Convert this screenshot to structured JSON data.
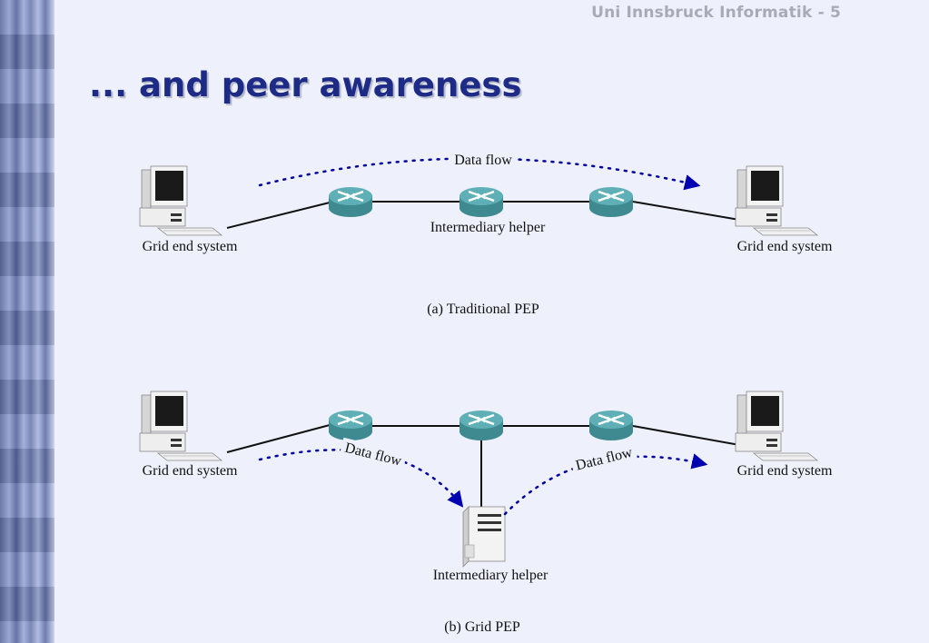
{
  "slide": {
    "header": "Uni Innsbruck Informatik - 5",
    "title": "... and peer awareness"
  },
  "diagram_a": {
    "caption": "(a) Traditional PEP",
    "left_label": "Grid end system",
    "right_label": "Grid end system",
    "helper_label": "Intermediary helper",
    "flow_label": "Data flow"
  },
  "diagram_b": {
    "caption": "(b) Grid PEP",
    "left_label": "Grid end system",
    "right_label": "Grid end system",
    "helper_label": "Intermediary helper",
    "flow_label_1": "Data flow",
    "flow_label_2": "Data flow"
  },
  "colors": {
    "title": "#1d2b86",
    "router": "#4f9aa0",
    "flow": "#0000a0"
  }
}
